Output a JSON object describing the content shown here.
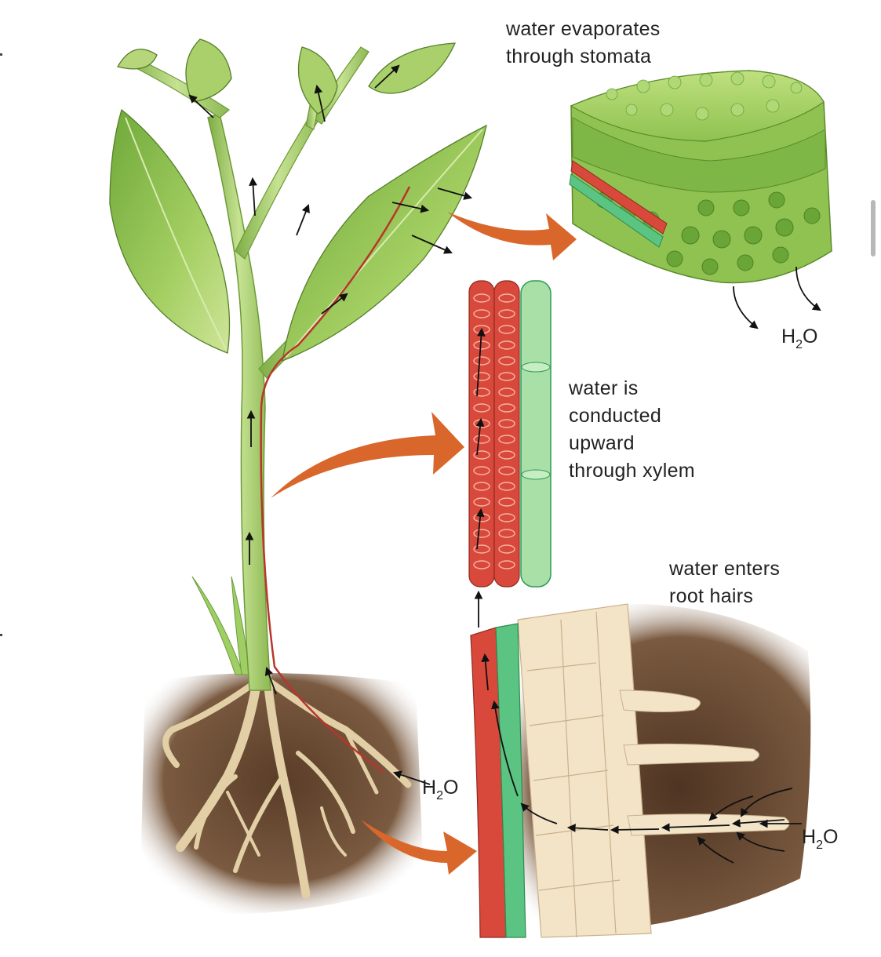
{
  "labels": {
    "stomata": [
      "water evaporates",
      "through stomata"
    ],
    "xylem": [
      "water is",
      "conducted",
      "upward",
      "through xylem"
    ],
    "root_hairs": [
      "water enters",
      "root hairs"
    ]
  },
  "water_formula": {
    "base1": "H",
    "sub": "2",
    "base2": "O"
  },
  "colors": {
    "xylem_red": "#d9493b",
    "phloem_green": "#5cc482",
    "leaf_green": "#8fbf4f",
    "stem_green": "#a9cf6a",
    "soil_brown": "#6b4a33",
    "root_cream": "#efdcb8",
    "callout_orange": "#d9672c",
    "tissue_green": "#9ccc5a"
  }
}
